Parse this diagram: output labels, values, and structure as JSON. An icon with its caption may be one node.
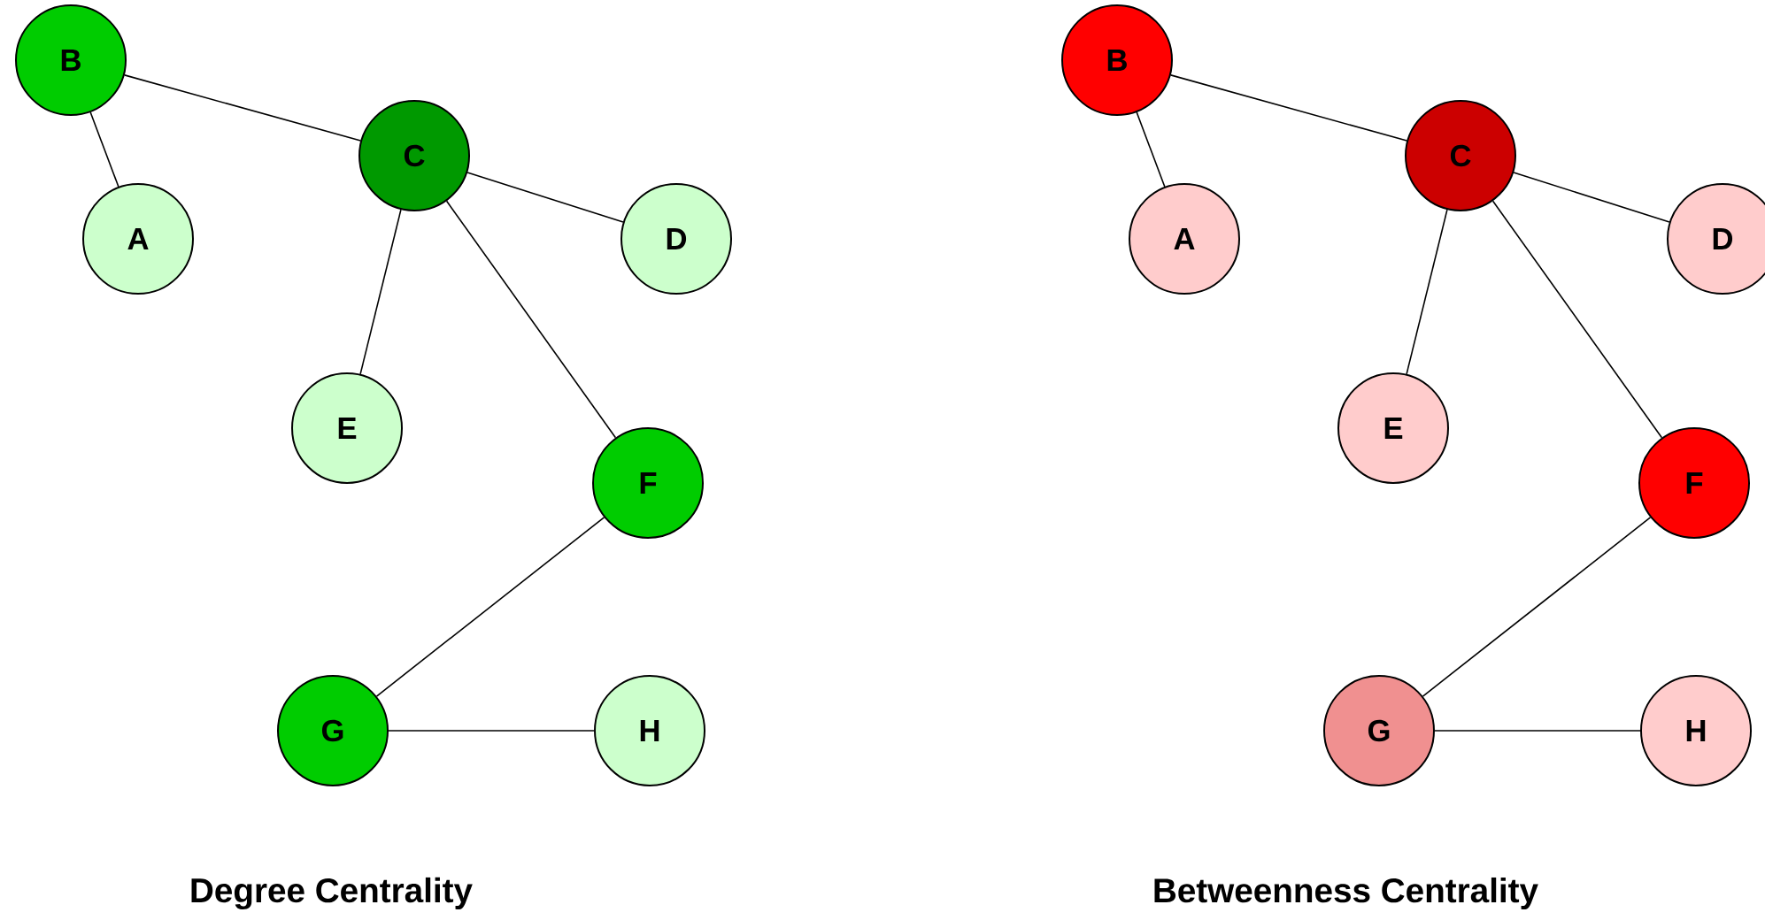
{
  "diagram": {
    "nodes": [
      {
        "text": [
          "B"
        ]
      },
      {
        "text": [
          "A"
        ]
      },
      {
        "text": [
          "C"
        ]
      },
      {
        "text": [
          "D"
        ]
      },
      {
        "text": [
          "E"
        ]
      },
      {
        "text": [
          "F"
        ]
      },
      {
        "text": [
          "G"
        ]
      },
      {
        "text": [
          "H"
        ]
      },
      {
        "text": [
          "B"
        ]
      },
      {
        "text": [
          "A"
        ]
      },
      {
        "text": [
          "C"
        ]
      },
      {
        "text": [
          "D"
        ]
      },
      {
        "text": [
          "E"
        ]
      },
      {
        "text": [
          "F"
        ]
      },
      {
        "text": [
          "G"
        ]
      },
      {
        "text": [
          "H"
        ]
      }
    ],
    "edges": [
      {
        "from": 0,
        "to": 1,
        "arrow": "none"
      },
      {
        "from": 0,
        "to": 2,
        "arrow": "none"
      },
      {
        "from": 2,
        "to": 3,
        "arrow": "none"
      },
      {
        "from": 2,
        "to": 4,
        "arrow": "none"
      },
      {
        "from": 2,
        "to": 5,
        "arrow": "none"
      },
      {
        "from": 5,
        "to": 6,
        "arrow": "none"
      },
      {
        "from": 6,
        "to": 7,
        "arrow": "none"
      },
      {
        "from": 8,
        "to": 9,
        "arrow": "none"
      },
      {
        "from": 8,
        "to": 10,
        "arrow": "none"
      },
      {
        "from": 10,
        "to": 11,
        "arrow": "none"
      },
      {
        "from": 10,
        "to": 12,
        "arrow": "none"
      },
      {
        "from": 10,
        "to": 13,
        "arrow": "none"
      },
      {
        "from": 13,
        "to": 14,
        "arrow": "none"
      },
      {
        "from": 14,
        "to": 15,
        "arrow": "none"
      }
    ],
    "labels": [
      "Degree Centrality",
      "Betweenness Centrality"
    ]
  }
}
